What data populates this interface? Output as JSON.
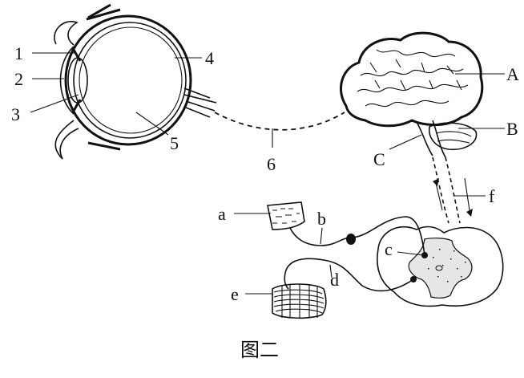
{
  "eye_labels": {
    "n1": "1",
    "n2": "2",
    "n3": "3",
    "n4": "4",
    "n5": "5"
  },
  "nerve_label": "6",
  "brain_labels": {
    "A": "A",
    "B": "B",
    "C": "C"
  },
  "reflex_labels": {
    "a": "a",
    "b": "b",
    "c": "c",
    "d": "d",
    "e": "e",
    "f": "f"
  },
  "caption": "图二"
}
